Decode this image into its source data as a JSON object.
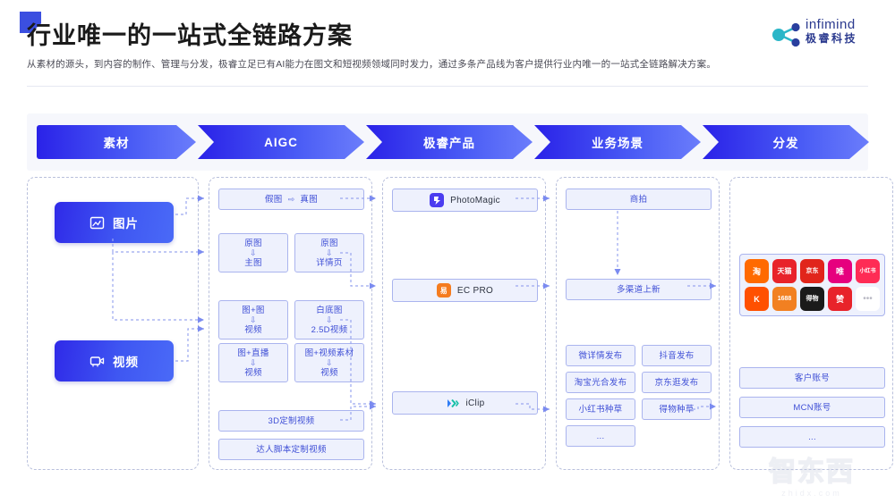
{
  "header": {
    "title": "行业唯一的一站式全链路方案",
    "subtitle": "从素材的源头，到内容的制作、管理与分发，极睿立足已有AI能力在图文和短视频领域同时发力，通过多条产品线为客户提供行业内唯一的一站式全链路解决方案。",
    "logo_en": "infimind",
    "logo_cn": "极睿科技",
    "logo_icon": "node-graph-icon",
    "flag_icon": "corner-flag-icon"
  },
  "stages": [
    {
      "label": "素材"
    },
    {
      "label": "AIGC"
    },
    {
      "label": "极睿产品"
    },
    {
      "label": "业务场景"
    },
    {
      "label": "分发"
    }
  ],
  "columns": {
    "materials": {
      "items": [
        {
          "label": "图片",
          "icon": "image-icon"
        },
        {
          "label": "视频",
          "icon": "video-camera-icon"
        }
      ]
    },
    "aigc": {
      "items": [
        {
          "from": "假图",
          "to": "真图",
          "inline": true
        },
        {
          "from": "原图",
          "to": "主图"
        },
        {
          "from": "原图",
          "to": "详情页"
        },
        {
          "from": "图+图",
          "to": "视频"
        },
        {
          "from": "白底图",
          "to": "2.5D视频"
        },
        {
          "from": "图+直播",
          "to": "视频"
        },
        {
          "from": "图+视频素材",
          "to": "视频"
        },
        {
          "label": "3D定制视频"
        },
        {
          "label": "达人脚本定制视频"
        }
      ]
    },
    "products": {
      "items": [
        {
          "label": "PhotoMagic",
          "icon": "photomagic-icon",
          "color": "#4b3df0"
        },
        {
          "label": "EC PRO",
          "icon": "ecpro-icon",
          "color": "#f57c1f"
        },
        {
          "label": "iClip",
          "icon": "iclip-icon",
          "color": "#2f7df5"
        }
      ]
    },
    "scenarios": {
      "items": [
        {
          "label": "商拍"
        },
        {
          "label": "多渠道上新"
        },
        {
          "label": "微详情发布"
        },
        {
          "label": "抖音发布"
        },
        {
          "label": "淘宝光合发布"
        },
        {
          "label": "京东逛发布"
        },
        {
          "label": "小红书种草"
        },
        {
          "label": "得物种草"
        },
        {
          "label": "..."
        }
      ]
    },
    "distribution": {
      "platforms": [
        {
          "name": "淘宝",
          "glyph": "淘",
          "color": "#ff6a00"
        },
        {
          "name": "天猫",
          "glyph": "天猫",
          "color": "#e8232a"
        },
        {
          "name": "京东",
          "glyph": "京东",
          "color": "#e1251b"
        },
        {
          "name": "唯品会",
          "glyph": "唯",
          "color": "#e6007e"
        },
        {
          "name": "小红书",
          "glyph": "小红书",
          "color": "#fe2c55"
        },
        {
          "name": "快手",
          "glyph": "K",
          "color": "#ff5000"
        },
        {
          "name": "1688",
          "glyph": "1688",
          "color": "#f28021"
        },
        {
          "name": "得物",
          "glyph": "得物",
          "color": "#1a1a1a"
        },
        {
          "name": "抖音",
          "glyph": "赞",
          "color": "#e8232a"
        },
        {
          "name": "更多",
          "glyph": "•••",
          "color": "#ffffff"
        }
      ],
      "accounts": [
        {
          "label": "客户账号"
        },
        {
          "label": "MCN账号"
        },
        {
          "label": "..."
        }
      ]
    }
  },
  "watermark": {
    "cn": "智东西",
    "en": "zhidx.com"
  }
}
